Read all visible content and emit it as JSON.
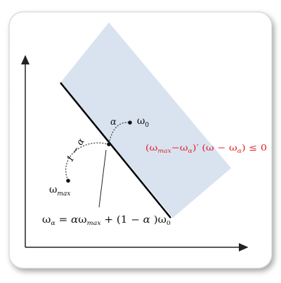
{
  "colors": {
    "panel_bg": "#ffffff",
    "panel_border": "#cfcfcf",
    "halfspace_fill": "#d9e3f0",
    "axis": "#222222",
    "line": "#000000",
    "dot": "#111111",
    "arc": "#444444",
    "inequality_text": "#e0242b",
    "text": "#111111"
  },
  "labels": {
    "omega0": "ω",
    "omega0_sub": "0",
    "omegamax": "ω",
    "omegamax_sub": "max",
    "arc_alpha": "α",
    "arc_one_minus_alpha": "1 − α",
    "inequality": "(ωmax−ωα)′ (ω − ωα) ≤ 0",
    "inequality_parts": {
      "open1": "(",
      "w1": "ω",
      "w1_sub": "max",
      "minus": "−",
      "w2": "ω",
      "w2_sub": "α",
      "close1": ")′ (ω − ",
      "w3": "ω",
      "w3_sub": "α",
      "close2": ") ≤ 0"
    },
    "formula_parts": {
      "lhs": "ω",
      "lhs_sub": "α",
      "eq": " = ",
      "a1": "α",
      "w1": "ω",
      "w1_sub": "max",
      "plus": " + (1 − ",
      "a2": "α",
      "close": " )",
      "w2": "ω",
      "w2_sub": "0"
    }
  }
}
